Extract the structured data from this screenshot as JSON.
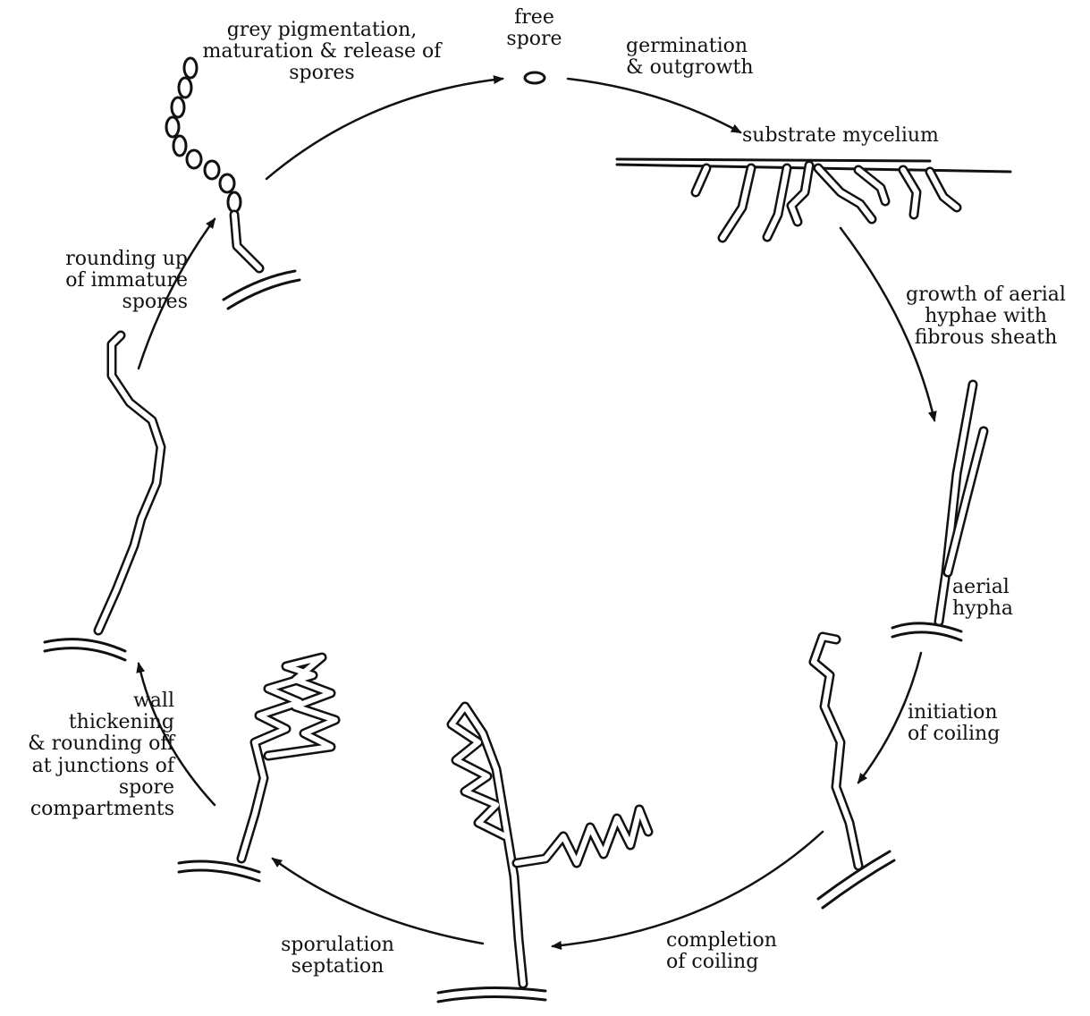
{
  "labels": {
    "free_spore": "free\nspore",
    "germination": "germination\n& outgrowth",
    "substrate_mycelium": "substrate mycelium",
    "growth_aerial": "growth of aerial\nhyphae with\nfibrous sheath",
    "aerial_hypha": "aerial\nhypha",
    "initiation_coiling": "initiation\nof coiling",
    "completion_coiling": "completion\nof coiling",
    "sporulation": "sporulation\nseptation",
    "wall_thickening": "wall\nthickening\n& rounding off\nat junctions of\nspore\ncompartments",
    "rounding_up": "rounding up\nof immature\nspores",
    "grey_pigmentation": "grey pigmentation,\nmaturation & release of\nspores"
  }
}
